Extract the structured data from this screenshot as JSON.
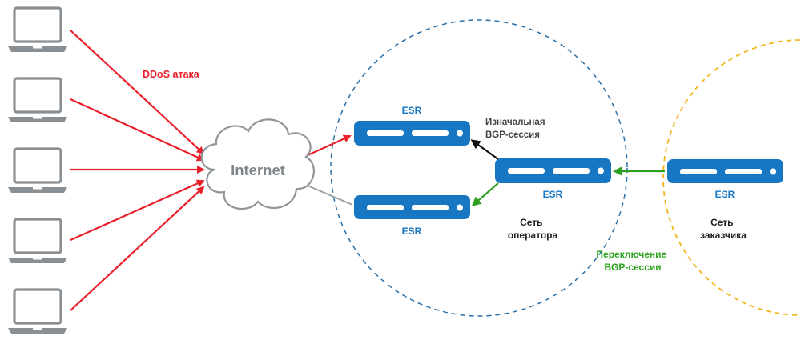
{
  "attack_label": "DDoS атака",
  "internet_label": "Internet",
  "router_top": {
    "label": "ESR"
  },
  "router_bottom": {
    "label": "ESR"
  },
  "router_operator": {
    "label": "ESR"
  },
  "router_customer": {
    "label": "ESR"
  },
  "initial_session": {
    "line1": "Изначальная",
    "line2": "BGP-сессия"
  },
  "operator_net": {
    "line1": "Сеть",
    "line2": "оператора"
  },
  "customer_net": {
    "line1": "Сеть",
    "line2": "заказчика"
  },
  "switch_session": {
    "line1": "Переключение",
    "line2": "BGP-сессии"
  },
  "colors": {
    "attack": "#e8202a",
    "router": "#1777c2",
    "esr_text": "#1777c2",
    "switch_arrow": "#2ea01f",
    "operator_circle": "#2a6fa8",
    "customer_circle": "#f2b51c",
    "gray_link": "#9aa3a8",
    "laptop": "#8a8f93"
  },
  "icons": [
    "laptop-icon",
    "cloud-icon",
    "router-icon"
  ]
}
